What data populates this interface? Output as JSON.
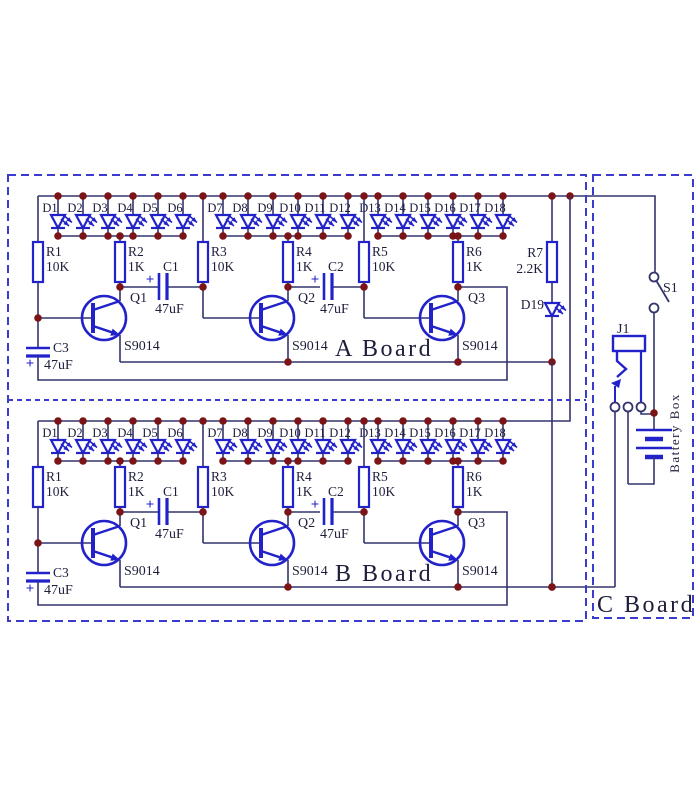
{
  "colors": {
    "background": "#ffffff",
    "wire": "#34346e",
    "component": "#2222cb",
    "junction_dot": "#7b1416",
    "label": "#1e1e3c",
    "dashed_border": "#3b3bd0"
  },
  "boards": [
    {
      "label": "A Board",
      "leds": [
        "D1",
        "D2",
        "D3",
        "D4",
        "D5",
        "D6",
        "D7",
        "D8",
        "D9",
        "D10",
        "D11",
        "D12",
        "D13",
        "D14",
        "D15",
        "D16",
        "D17",
        "D18"
      ],
      "resistors": [
        {
          "name": "R1",
          "value": "10K"
        },
        {
          "name": "R2",
          "value": "1K"
        },
        {
          "name": "R3",
          "value": "10K"
        },
        {
          "name": "R4",
          "value": "1K"
        },
        {
          "name": "R5",
          "value": "10K"
        },
        {
          "name": "R6",
          "value": "1K"
        }
      ],
      "capacitors": [
        {
          "name": "C1",
          "value": "47uF",
          "polarity": "+"
        },
        {
          "name": "C2",
          "value": "47uF",
          "polarity": "+"
        },
        {
          "name": "C3",
          "value": "47uF",
          "polarity": "+"
        }
      ],
      "transistors": [
        {
          "name": "Q1",
          "part": "S9014"
        },
        {
          "name": "Q2",
          "part": "S9014"
        },
        {
          "name": "Q3",
          "part": "S9014"
        }
      ],
      "indicator": {
        "resistor": {
          "name": "R7",
          "value": "2.2K"
        },
        "led": {
          "name": "D19"
        }
      }
    },
    {
      "label": "B Board",
      "leds": [
        "D1",
        "D2",
        "D3",
        "D4",
        "D5",
        "D6",
        "D7",
        "D8",
        "D9",
        "D10",
        "D11",
        "D12",
        "D13",
        "D14",
        "D15",
        "D16",
        "D17",
        "D18"
      ],
      "resistors": [
        {
          "name": "R1",
          "value": "10K"
        },
        {
          "name": "R2",
          "value": "1K"
        },
        {
          "name": "R3",
          "value": "10K"
        },
        {
          "name": "R4",
          "value": "1K"
        },
        {
          "name": "R5",
          "value": "10K"
        },
        {
          "name": "R6",
          "value": "1K"
        }
      ],
      "capacitors": [
        {
          "name": "C1",
          "value": "47uF",
          "polarity": "+"
        },
        {
          "name": "C2",
          "value": "47uF",
          "polarity": "+"
        },
        {
          "name": "C3",
          "value": "47uF",
          "polarity": "+"
        }
      ],
      "transistors": [
        {
          "name": "Q1",
          "part": "S9014"
        },
        {
          "name": "Q2",
          "part": "S9014"
        },
        {
          "name": "Q3",
          "part": "S9014"
        }
      ]
    }
  ],
  "c_board": {
    "label": "C Board",
    "switch_label": "S1",
    "connector_label": "J1",
    "battery_label": "Battery Box"
  }
}
